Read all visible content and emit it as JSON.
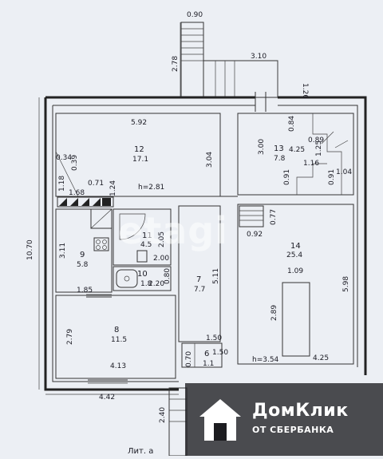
{
  "dims": {
    "stair_w": "0.90",
    "porch_h": "2.78",
    "porch_w": "3.10",
    "porch_r": "1.26",
    "r12_w": "5.92",
    "r12_h": "3.04",
    "r13_h": "3.00",
    "d034": "0.34",
    "d039": "0.39",
    "d118": "1.18",
    "d071": "0.71",
    "d168": "1.68",
    "d124": "1.24",
    "ceiling": "h=2.81",
    "total_h": "10.70",
    "r9_h": "3.11",
    "d185": "1.85",
    "r11_w": "2.05",
    "r10_w": "1.8",
    "r10_h": "2.20",
    "d080": "0.80",
    "r7_h": "5.11",
    "r8_h": "2.79",
    "r8_w": "4.13",
    "r8_bottom": "4.42",
    "d150a": "1.50",
    "d150b": "1.50",
    "d070": "0.70",
    "d240": "2.40",
    "d084": "0.84",
    "d089": "0.89",
    "d125": "1.25",
    "d116": "1.16",
    "d104": "1.04",
    "d091a": "0.91",
    "d091b": "0.91",
    "d077": "0.77",
    "d092": "0.92",
    "r14_109": "1.09",
    "r14_h": "5.98",
    "r14_289": "2.89",
    "r14_ceiling": "h=3.54",
    "r14_w": "4.25",
    "r13_w": "4.25"
  },
  "rooms": [
    {
      "num": "12",
      "area": "17.1"
    },
    {
      "num": "13",
      "area": "7.8"
    },
    {
      "num": "14",
      "area": "25.4"
    },
    {
      "num": "9",
      "area": "5.8"
    },
    {
      "num": "11",
      "area": "4.5"
    },
    {
      "num": "10",
      "area": "2.2"
    },
    {
      "num": "7",
      "area": "7.7"
    },
    {
      "num": "8",
      "area": "11.5"
    },
    {
      "num": "6",
      "area": "1.1"
    }
  ],
  "room_11_sub": "2.00",
  "room_10_code": "1.8",
  "label_lit": "Лит. а",
  "watermark": "etagi",
  "logo": {
    "brand": "ДомКлик",
    "sub": "ОТ СБЕРБАНКА"
  },
  "colors": {
    "paper": "#eceff4",
    "ink": "#1b1b24",
    "logo_bg": "#1c1c20"
  }
}
